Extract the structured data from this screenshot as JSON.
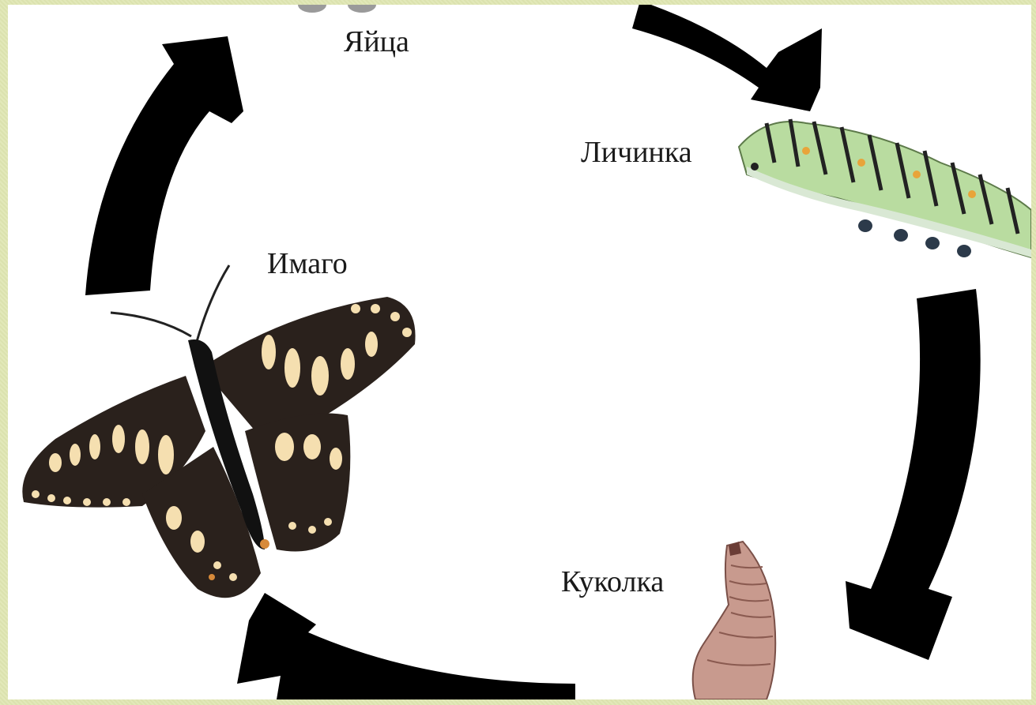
{
  "diagram": {
    "stages": {
      "eggs": "Яйца",
      "larva": "Личинка",
      "pupa": "Куколка",
      "imago": "Имаго"
    },
    "colors": {
      "background_border": "#dfe6b1",
      "canvas": "#ffffff",
      "arrow": "#000000",
      "butterfly_wing": "#2a211c",
      "butterfly_spots": "#f5dfb0",
      "caterpillar_body": "#b9dca0",
      "pupa_body": "#c89a8e"
    },
    "icons": [
      "egg-icon",
      "caterpillar-icon",
      "pupa-icon",
      "butterfly-icon",
      "cycle-arrow-icon"
    ]
  }
}
